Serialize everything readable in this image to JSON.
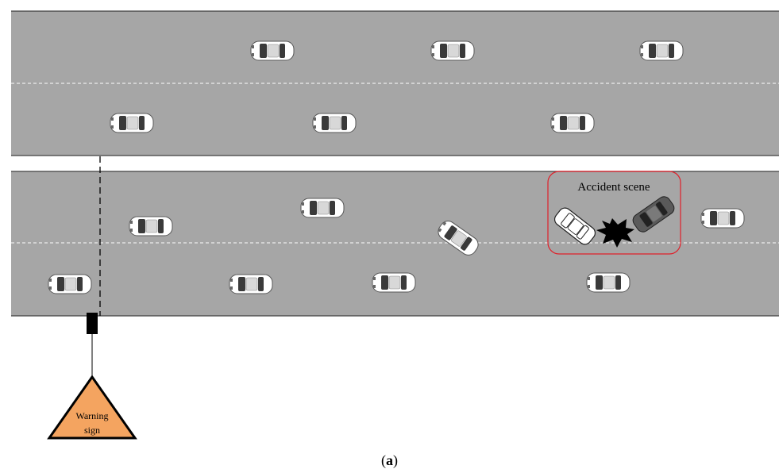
{
  "labels": {
    "accident_scene": "Accident scene",
    "warning_sign_line1": "Warning",
    "warning_sign_line2": "sign",
    "caption_letter": "a"
  },
  "colors": {
    "road": "#a6a6a6",
    "lane_marking": "#ffffff",
    "road_edge": "#404040",
    "accident_frame": "#e0202a",
    "warning_sign": "#f4a460",
    "collision": "#000000",
    "car_body": "#ffffff",
    "car_glass": "#3a3a3a",
    "dark_car_body": "#555555"
  },
  "icons": {
    "car": "top-view-car-icon",
    "collision": "impact-burst-icon",
    "warning": "warning-triangle-icon"
  }
}
